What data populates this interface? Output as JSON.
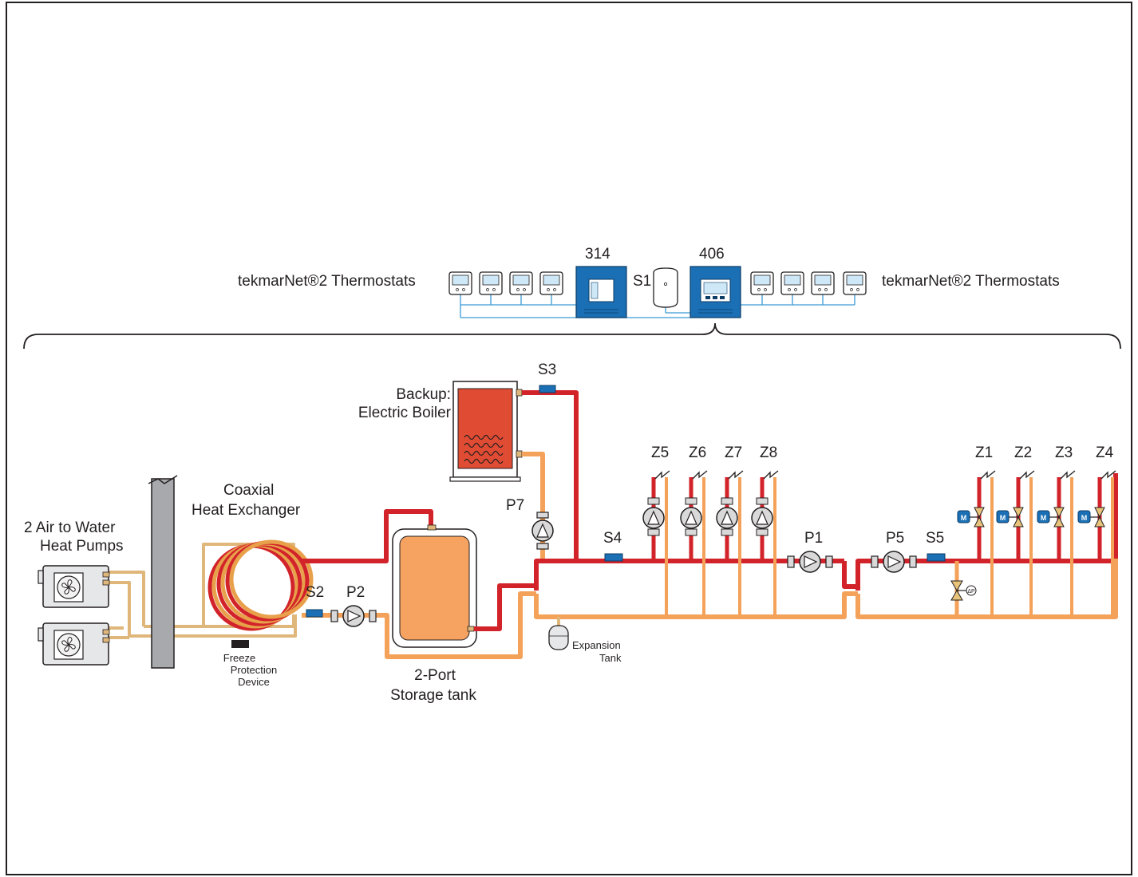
{
  "colors": {
    "supply": "#d2232a",
    "return": "#f4a259",
    "hp_loop": "#e0b77a",
    "control_blue": "#1a6fb5",
    "wire_blue": "#3a9bd5",
    "boiler_red": "#e04b33",
    "tank_orange": "#f6a261",
    "wall_gray": "#a7a9ac"
  },
  "controls": {
    "left_label": "tekmarNet®2 Thermostats",
    "right_label": "tekmarNet®2 Thermostats",
    "control_314": "314",
    "control_406": "406",
    "sensor_s1": "S1"
  },
  "heat_source": {
    "heat_pumps_line1": "2 Air to Water",
    "heat_pumps_line2": "Heat Pumps",
    "hx_line1": "Coaxial",
    "hx_line2": "Heat Exchanger",
    "freeze_line1": "Freeze",
    "freeze_line2": "Protection",
    "freeze_line3": "Device",
    "s2": "S2",
    "p2": "P2",
    "tank_line1": "2-Port",
    "tank_line2": "Storage tank"
  },
  "backup": {
    "line1": "Backup:",
    "line2": "Electric Boiler",
    "s3": "S3",
    "p7": "P7"
  },
  "distribution": {
    "s4": "S4",
    "p1": "P1",
    "p5": "P5",
    "s5": "S5",
    "expansion_line1": "Expansion",
    "expansion_line2": "Tank",
    "pump_zones": [
      "Z5",
      "Z6",
      "Z7",
      "Z8"
    ],
    "valve_zones": [
      "Z1",
      "Z2",
      "Z3",
      "Z4"
    ],
    "valve_actuator": "M",
    "bypass_badge": "ΔP"
  }
}
